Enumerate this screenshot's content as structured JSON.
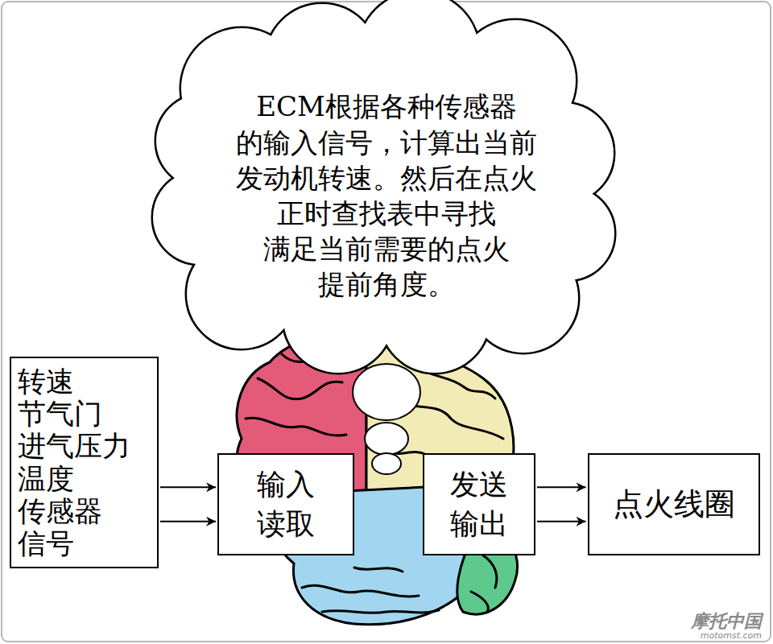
{
  "diagram": {
    "nodes": [
      {
        "text": [
          "ECM根据各种传感器 的输入信号，计算出当前 发动机转速。然后在点火 正时查找表中寻找 满足当前需要的点火 提前角度。"
        ]
      },
      {
        "text": [
          "转速 节气门 进气压力 温度 传感器 信号"
        ]
      },
      {
        "text": [
          "输入 读取"
        ]
      },
      {
        "text": [
          "发送 输出"
        ]
      },
      {
        "text": [
          "点火线圈"
        ]
      }
    ],
    "edges": [
      {
        "from": 1,
        "to": 2,
        "arrow": "to"
      },
      {
        "from": 1,
        "to": 2,
        "arrow": "to"
      },
      {
        "from": 3,
        "to": 4,
        "arrow": "to"
      },
      {
        "from": 3,
        "to": 4,
        "arrow": "to"
      }
    ],
    "labels": [
      "摩托中国",
      "motomst.com"
    ]
  }
}
